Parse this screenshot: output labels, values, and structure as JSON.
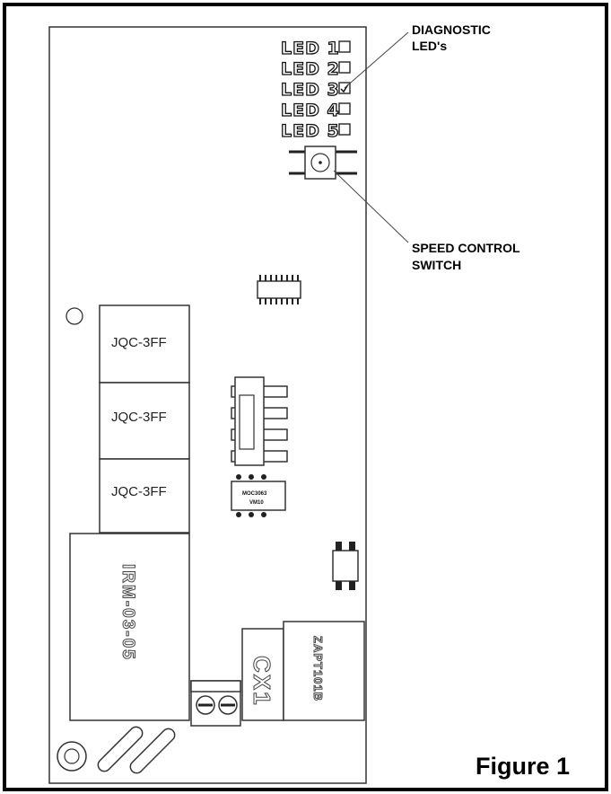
{
  "callouts": {
    "diagnostic": [
      "DIAGNOSTIC",
      "LED's"
    ],
    "speed_switch": [
      "SPEED CONTROL",
      "SWITCH"
    ]
  },
  "leds": [
    {
      "label": "LED 1",
      "checked": false
    },
    {
      "label": "LED 2",
      "checked": false
    },
    {
      "label": "LED 3",
      "checked": true
    },
    {
      "label": "LED 4",
      "checked": false
    },
    {
      "label": "LED 5",
      "checked": false
    }
  ],
  "components": {
    "relays": [
      "JQC-3FF",
      "JQC-3FF",
      "JQC-3FF"
    ],
    "power_module": "IRM-03-05",
    "connector": "CX1",
    "terminal_block": "ZAPT101B",
    "driver_chip": [
      "MOC3063",
      "VM10"
    ]
  },
  "figure_label": "Figure 1",
  "colors": {
    "line": "#333333",
    "frame": "#000000",
    "background": "#ffffff"
  }
}
